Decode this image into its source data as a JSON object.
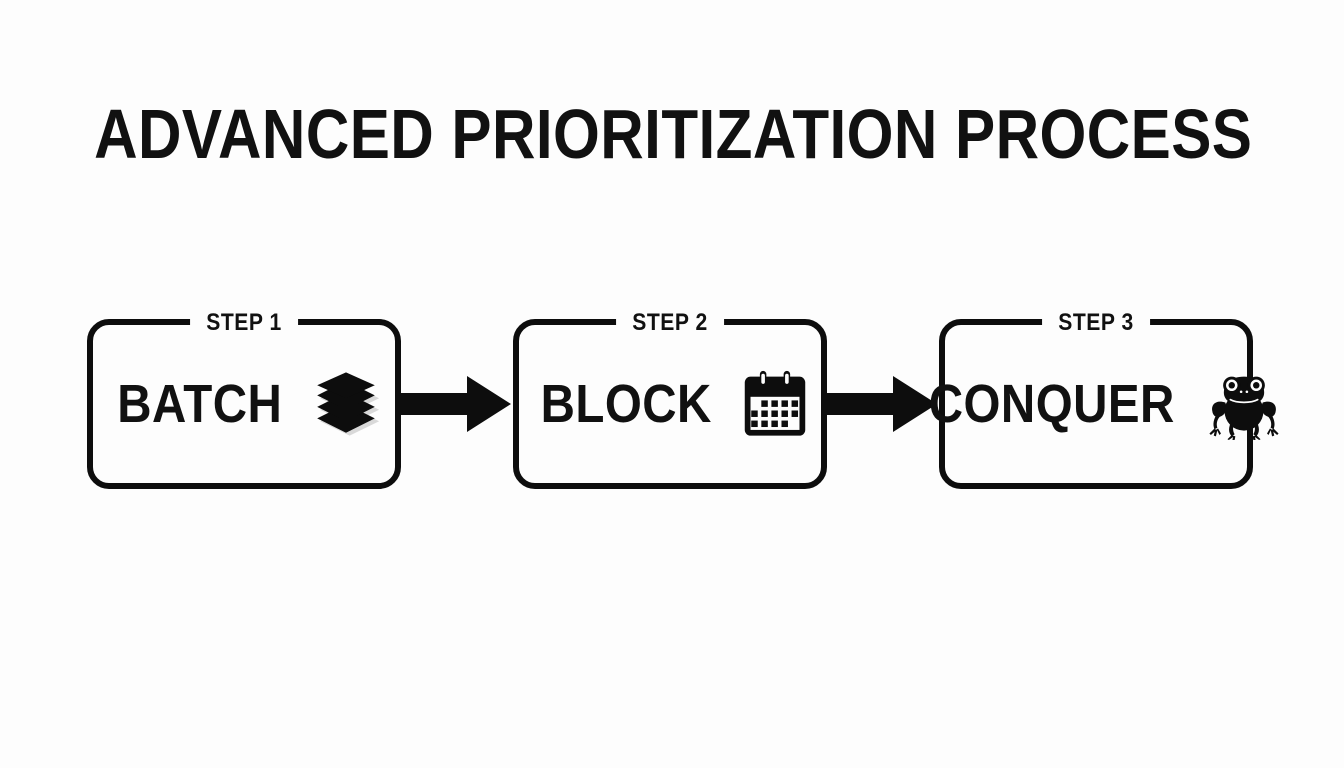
{
  "slide": {
    "background_color": "#fdfdfd",
    "ink_color": "#0d0d0d",
    "title": "ADVANCED PRIORITIZATION PROCESS"
  },
  "steps": [
    {
      "badge": "STEP 1",
      "label": "BATCH",
      "icon": "stacked-layers-icon"
    },
    {
      "badge": "STEP 2",
      "label": "BLOCK",
      "icon": "calendar-icon"
    },
    {
      "badge": "STEP 3",
      "label": "CONQUER",
      "icon": "frog-icon"
    }
  ],
  "connectors": [
    {
      "icon": "arrow-right-icon"
    },
    {
      "icon": "arrow-right-icon"
    }
  ]
}
